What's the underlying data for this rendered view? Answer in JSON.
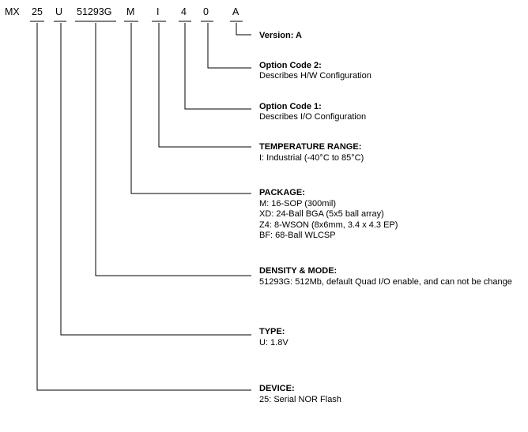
{
  "part_number": {
    "segments": [
      "MX",
      "25",
      "U",
      "51293G",
      "M",
      "I",
      "4",
      "0",
      "A"
    ]
  },
  "fields": [
    {
      "key": "version",
      "title": "Version: A",
      "lines": []
    },
    {
      "key": "option-code-2",
      "title": "Option Code 2:",
      "lines": [
        "Describes H/W Configuration"
      ]
    },
    {
      "key": "option-code-1",
      "title": "Option Code 1:",
      "lines": [
        "Describes I/O Configuration"
      ]
    },
    {
      "key": "temperature-range",
      "title": "TEMPERATURE RANGE:",
      "lines": [
        "I: Industrial (-40°C to 85°C)"
      ]
    },
    {
      "key": "package",
      "title": "PACKAGE:",
      "lines": [
        "M: 16-SOP (300mil)",
        "XD: 24-Ball BGA (5x5 ball array)",
        "Z4: 8-WSON (8x6mm, 3.4 x 4.3 EP)",
        "BF: 68-Ball WLCSP"
      ]
    },
    {
      "key": "density-mode",
      "title": "DENSITY & MODE:",
      "lines": [
        "51293G: 512Mb, default Quad I/O enable, and can not be change"
      ]
    },
    {
      "key": "type",
      "title": "TYPE:",
      "lines": [
        "U: 1.8V"
      ]
    },
    {
      "key": "device",
      "title": "DEVICE:",
      "lines": [
        "25: Serial NOR Flash"
      ]
    }
  ],
  "colors": {
    "line": "#000000",
    "text": "#000000"
  }
}
